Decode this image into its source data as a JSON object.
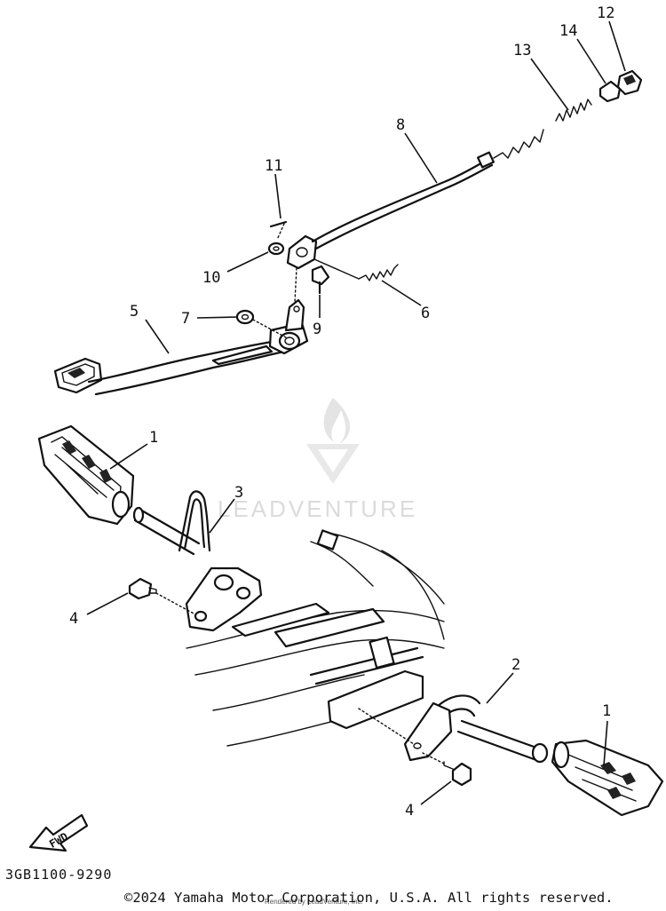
{
  "diagram": {
    "callouts": [
      {
        "id": "1",
        "label": "1"
      },
      {
        "id": "1b",
        "label": "1"
      },
      {
        "id": "2",
        "label": "2"
      },
      {
        "id": "3",
        "label": "3"
      },
      {
        "id": "4",
        "label": "4"
      },
      {
        "id": "4b",
        "label": "4"
      },
      {
        "id": "5",
        "label": "5"
      },
      {
        "id": "6",
        "label": "6"
      },
      {
        "id": "7",
        "label": "7"
      },
      {
        "id": "8",
        "label": "8"
      },
      {
        "id": "9",
        "label": "9"
      },
      {
        "id": "10",
        "label": "10"
      },
      {
        "id": "11",
        "label": "11"
      },
      {
        "id": "12",
        "label": "12"
      },
      {
        "id": "13",
        "label": "13"
      },
      {
        "id": "14",
        "label": "14"
      }
    ],
    "fwd_label": "FWD",
    "drawing_code": "3GB1100-9290",
    "copyright": "©2024 Yamaha Motor Corporation, U.S.A. All rights reserved.",
    "watermark": "LEADVENTURE",
    "rendered_by": "Rendered by LeadVenture, Inc."
  }
}
